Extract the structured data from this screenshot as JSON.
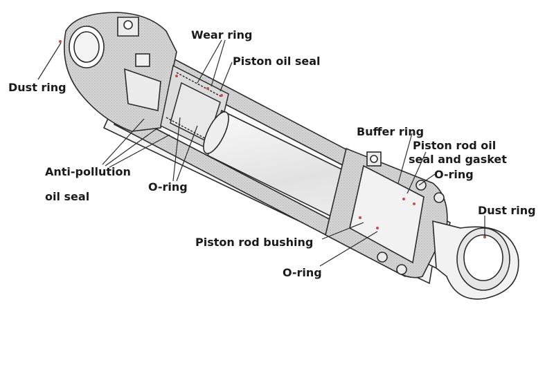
{
  "diagram": {
    "labels": {
      "wear_ring": "Wear ring",
      "piston_oil_seal": "Piston oil seal",
      "dust_ring_left": "Dust ring",
      "buffer_ring": "Buffer ring",
      "piston_rod_oil_seal_line1": "Piston rod oil",
      "piston_rod_oil_seal_line2": "seal and gasket",
      "o_ring_right": "O-ring",
      "dust_ring_right": "Dust ring",
      "anti_pollution_line1": "Anti-pollution",
      "anti_pollution_line2": "oil seal",
      "o_ring_middle": "O-ring",
      "piston_rod_bushing": "Piston rod bushing",
      "o_ring_bottom": "O-ring"
    },
    "colors": {
      "outline": "#2a2a2a",
      "section_fill": "#d9d9d9",
      "body_fill": "#f4f4f4",
      "rod_fill": "#ececec",
      "seal_accent": "#c0504d"
    }
  }
}
